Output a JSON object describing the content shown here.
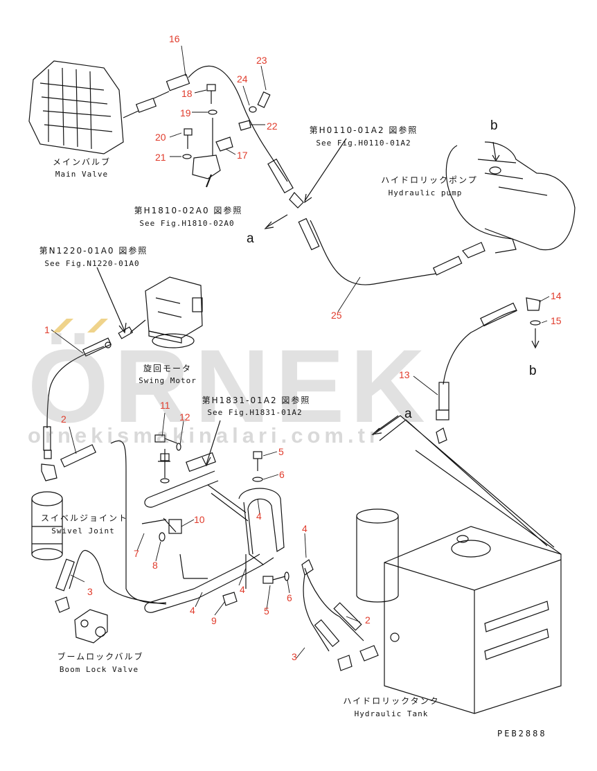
{
  "watermark": {
    "brand": "ÖRNEK",
    "site": "ornekismakinalari.com.tr",
    "brand_color": "#8a8a8a",
    "accent_color": "#e8c15a"
  },
  "labels": {
    "main_valve_jp": "メインバルブ",
    "main_valve_en": "Main Valve",
    "hydraulic_pump_jp": "ハイドロリックポンプ",
    "hydraulic_pump_en": "Hydraulic pump",
    "swing_motor_jp": "旋回モータ",
    "swing_motor_en": "Swing Motor",
    "swivel_joint_jp": "スイベルジョイント",
    "swivel_joint_en": "Swivel Joint",
    "boom_lock_valve_jp": "ブームロックバルブ",
    "boom_lock_valve_en": "Boom Lock Valve",
    "hydraulic_tank_jp": "ハイドロリックタンク",
    "hydraulic_tank_en": "Hydraulic Tank"
  },
  "references": {
    "h0110_jp": "第H0110-01A2 図参照",
    "h0110_en": "See Fig.H0110-01A2",
    "h1810_jp": "第H1810-02A0 図参照",
    "h1810_en": "See Fig.H1810-02A0",
    "n1220_jp": "第N1220-01A0 図参照",
    "n1220_en": "See Fig.N1220-01A0",
    "h1831_jp": "第H1831-01A2 図参照",
    "h1831_en": "See Fig.H1831-01A2"
  },
  "callouts": {
    "a": "a",
    "b": "b"
  },
  "part_numbers": {
    "p1": "1",
    "p2": "2",
    "p2b": "2",
    "p3": "3",
    "p3b": "3",
    "p4a": "4",
    "p4b": "4",
    "p4c": "4",
    "p4d": "4",
    "p5a": "5",
    "p5b": "5",
    "p6a": "6",
    "p6b": "6",
    "p7": "7",
    "p8": "8",
    "p9": "9",
    "p10": "10",
    "p11": "11",
    "p12": "12",
    "p13": "13",
    "p14": "14",
    "p15": "15",
    "p16": "16",
    "p17": "17",
    "p18": "18",
    "p19": "19",
    "p20": "20",
    "p21": "21",
    "p22": "22",
    "p23": "23",
    "p24": "24",
    "p25": "25"
  },
  "drawing_code": "PEB2888",
  "colors": {
    "part_number": "#e03a2a",
    "line": "#111111"
  }
}
